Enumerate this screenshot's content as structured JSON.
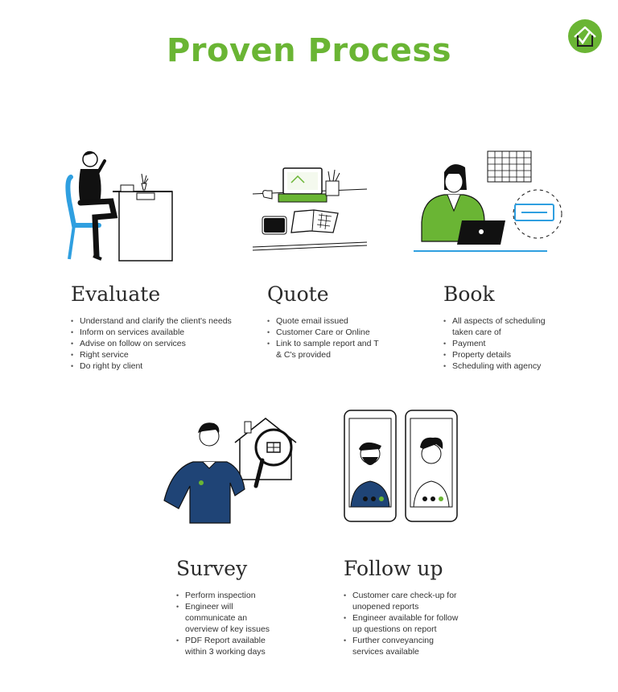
{
  "title": "Proven Process",
  "colors": {
    "brand_green": "#6ab534",
    "accent_blue": "#2f9fe0",
    "navy": "#1f4476"
  },
  "steps": [
    {
      "name": "Evaluate",
      "bullets": [
        "Understand and clarify the client's needs",
        "Inform on services available",
        "Advise on follow on services",
        "Right service",
        "Do right by client"
      ]
    },
    {
      "name": "Quote",
      "bullets": [
        "Quote email issued",
        "Customer Care or Online",
        "Link to sample report and T & C's provided"
      ]
    },
    {
      "name": "Book",
      "bullets": [
        "All aspects of scheduling taken care of",
        "Payment",
        "Property details",
        "Scheduling with agency"
      ]
    },
    {
      "name": "Survey",
      "bullets": [
        "Perform inspection",
        "Engineer will communicate an overview of key issues",
        "PDF Report available within 3 working days"
      ]
    },
    {
      "name": "Follow up",
      "bullets": [
        "Customer care check-up for unopened reports",
        "Engineer available for follow up questions on report",
        "Further conveyancing services available"
      ]
    }
  ]
}
